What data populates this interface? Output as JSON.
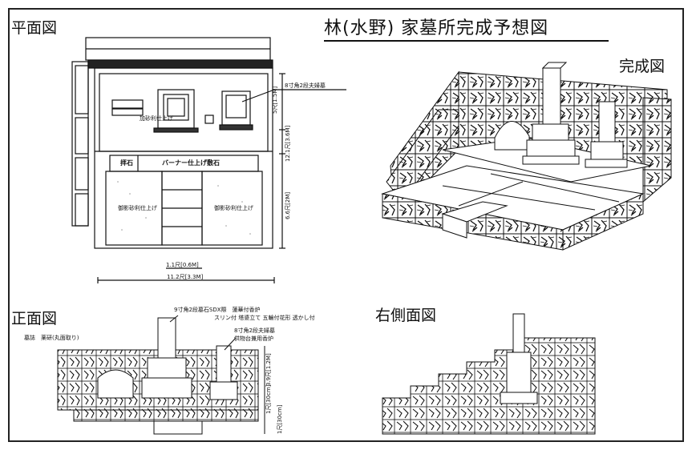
{
  "title": "林(水野) 家墓所完成予想図",
  "views": {
    "plan": "平面図",
    "complete": "完成図",
    "front": "正面図",
    "right_side": "右側面図"
  },
  "plan_notes": {
    "post_right": "8寸角2段夫婦墓",
    "post_left": "加砂利仕上げ",
    "front_stone": "拝石",
    "burner": "バーナー仕上げ敷石",
    "gravel_left": "御影砂利仕上げ",
    "gravel_right": "御影砂利仕上げ",
    "dim_v1": "5尺[1.5M]",
    "dim_v2": "12.1尺[3.6M]",
    "dim_v3": "6.6尺[2M]",
    "dim_h1": "1.1尺[0.6M]",
    "dim_h2": "11.2尺[3.3M]"
  },
  "front_notes": {
    "left_tomb": "墓誌　薬研(丸面取り)",
    "post_left": "9寸角2段墓石SDX際　蓮華付香炉",
    "stone_detail": "スリン付 塔婆立て 五輪付花形 透かし付",
    "post_right": "8寸角2段夫婦墓",
    "incense": "供物台兼用香炉",
    "dim_a": "3.9尺[1.2M]",
    "dim_b": "1尺[30cm]",
    "dim_c": "1尺[30cm]"
  }
}
